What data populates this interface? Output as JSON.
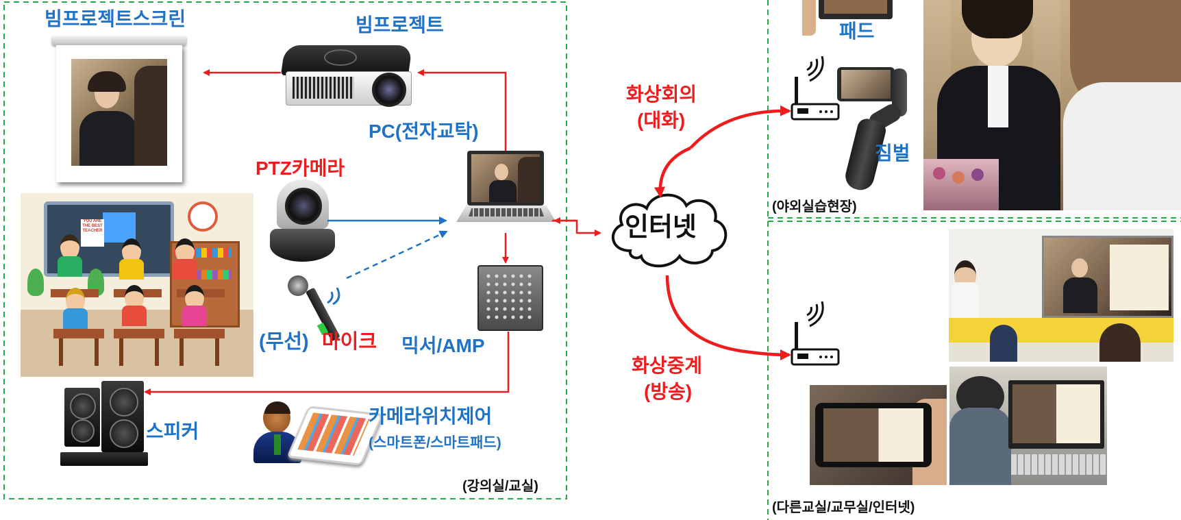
{
  "classroom": {
    "screen_label": "빔프로젝트스크린",
    "projector_label": "빔프로젝트",
    "pc_label": "PC(전자교탁)",
    "ptz_label": "PTZ카메라",
    "mic_prefix": "(무선)",
    "mic_label": "마이크",
    "mixer_label": "믹서/AMP",
    "speaker_label": "스피커",
    "camera_control_label": "카메라위치제어",
    "camera_control_sub": "(스마트폰/스마트패드)",
    "room_label": "(강의실/교실)",
    "poster_text": "YOU ARE THE BEST TEACHER"
  },
  "center": {
    "internet_label": "인터넷",
    "conference_line1": "화상회의",
    "conference_line2": "(대화)",
    "broadcast_line1": "화상중계",
    "broadcast_line2": "(방송)"
  },
  "field": {
    "pad_label": "패드",
    "gimbal_label": "짐벌",
    "room_label": "(야외실습현장)"
  },
  "remote": {
    "room_label": "(다른교실/교무실/인터넷)"
  },
  "colors": {
    "blue": "#1f72c4",
    "red": "#ee1c1c",
    "dashed_border": "#22aa44"
  }
}
